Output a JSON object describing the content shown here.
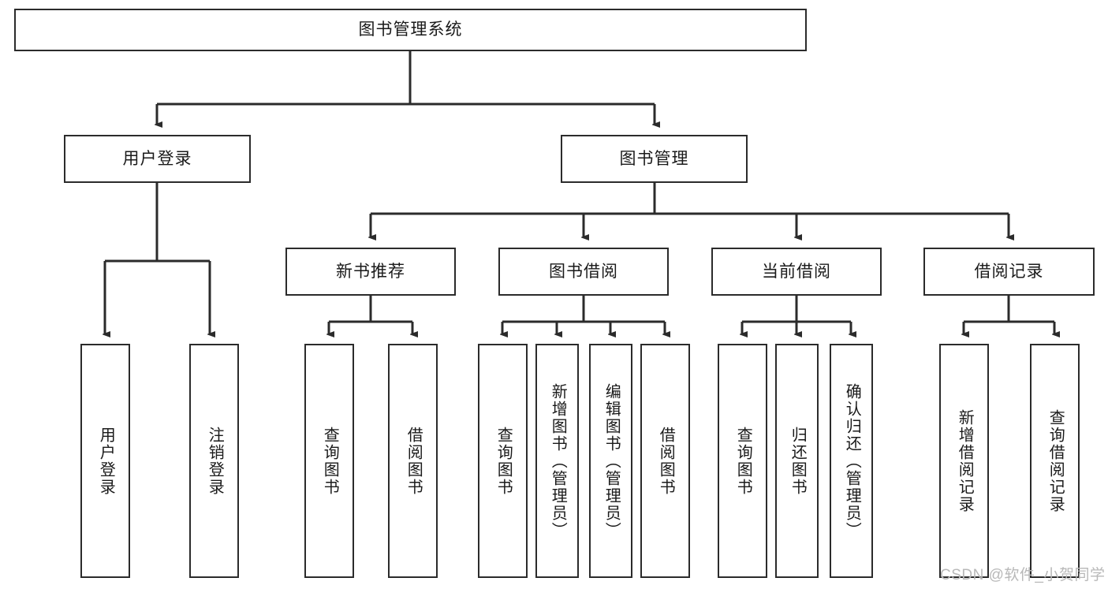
{
  "diagram": {
    "type": "tree-hierarchy-chart",
    "title": "图书管理系统",
    "watermark": "CSDN @软件_小贺同学",
    "colors": {
      "stroke": "#2b2b2b",
      "fill": "#ffffff",
      "text": "#1a1a1a",
      "watermark": "#b8b8b8"
    },
    "nodes": {
      "root": {
        "label": "图书管理系统",
        "level": 1,
        "orientation": "horizontal"
      },
      "l2": [
        {
          "id": "user-login",
          "label": "用户登录",
          "level": 2,
          "orientation": "horizontal"
        },
        {
          "id": "book-manage",
          "label": "图书管理",
          "level": 2,
          "orientation": "horizontal"
        }
      ],
      "l3": [
        {
          "id": "new-book-recommend",
          "label": "新书推荐",
          "level": 3,
          "orientation": "horizontal",
          "parent": "book-manage"
        },
        {
          "id": "book-borrow",
          "label": "图书借阅",
          "level": 3,
          "orientation": "horizontal",
          "parent": "book-manage"
        },
        {
          "id": "current-borrow",
          "label": "当前借阅",
          "level": 3,
          "orientation": "horizontal",
          "parent": "book-manage"
        },
        {
          "id": "borrow-record",
          "label": "借阅记录",
          "level": 3,
          "orientation": "horizontal",
          "parent": "book-manage"
        }
      ],
      "leaves": [
        {
          "id": "leaf-user-login",
          "label": "用户登录",
          "parent": "user-login",
          "orientation": "vertical"
        },
        {
          "id": "leaf-logout",
          "label": "注销登录",
          "parent": "user-login",
          "orientation": "vertical"
        },
        {
          "id": "leaf-query-book-1",
          "label": "查询图书",
          "parent": "new-book-recommend",
          "orientation": "vertical"
        },
        {
          "id": "leaf-borrow-book-1",
          "label": "借阅图书",
          "parent": "new-book-recommend",
          "orientation": "vertical"
        },
        {
          "id": "leaf-query-book-2",
          "label": "查询图书",
          "parent": "book-borrow",
          "orientation": "vertical"
        },
        {
          "id": "leaf-add-book",
          "label": "新增图书（管理员）",
          "parent": "book-borrow",
          "orientation": "vertical"
        },
        {
          "id": "leaf-edit-book",
          "label": "编辑图书（管理员）",
          "parent": "book-borrow",
          "orientation": "vertical"
        },
        {
          "id": "leaf-borrow-book-2",
          "label": "借阅图书",
          "parent": "book-borrow",
          "orientation": "vertical"
        },
        {
          "id": "leaf-query-book-3",
          "label": "查询图书",
          "parent": "current-borrow",
          "orientation": "vertical"
        },
        {
          "id": "leaf-return-book",
          "label": "归还图书",
          "parent": "current-borrow",
          "orientation": "vertical"
        },
        {
          "id": "leaf-confirm-return",
          "label": "确认归还（管理员）",
          "parent": "current-borrow",
          "orientation": "vertical"
        },
        {
          "id": "leaf-add-record",
          "label": "新增借阅记录",
          "parent": "borrow-record",
          "orientation": "vertical"
        },
        {
          "id": "leaf-query-record",
          "label": "查询借阅记录",
          "parent": "borrow-record",
          "orientation": "vertical"
        }
      ]
    }
  }
}
